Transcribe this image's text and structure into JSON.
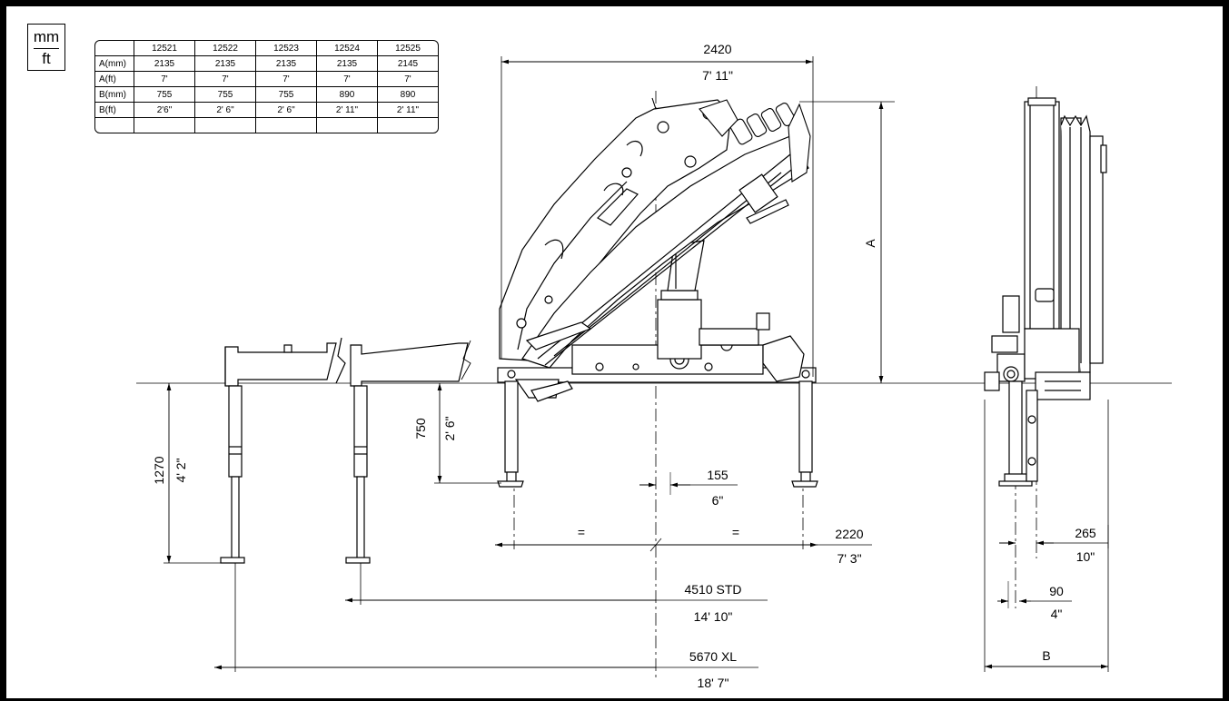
{
  "units": {
    "primary": "mm",
    "secondary": "ft"
  },
  "table": {
    "columns": [
      "",
      "12521",
      "12522",
      "12523",
      "12524",
      "12525"
    ],
    "rows": [
      [
        "A(mm)",
        "2135",
        "2135",
        "2135",
        "2135",
        "2145"
      ],
      [
        "A(ft)",
        "7'",
        "7'",
        "7'",
        "7'",
        "7'"
      ],
      [
        "B(mm)",
        "755",
        "755",
        "755",
        "890",
        "890"
      ],
      [
        "B(ft)",
        "2'6\"",
        "2' 6\"",
        "2' 6\"",
        "2' 11\"",
        "2' 11\""
      ],
      [
        "",
        "",
        "",
        "",
        "",
        ""
      ]
    ]
  },
  "dimensions": {
    "width_top": {
      "mm": "2420",
      "ft": "7' 11\""
    },
    "height_a": {
      "label": "A"
    },
    "leg_750": {
      "mm": "750",
      "ft": "2' 6\""
    },
    "leg_1270": {
      "mm": "1270",
      "ft": "4' 2\""
    },
    "offset_155": {
      "mm": "155",
      "ft": "6\""
    },
    "base_2220": {
      "mm": "2220",
      "ft": "7' 3\""
    },
    "equal_mark": "=",
    "std_4510": {
      "mm": "4510 STD",
      "ft": "14' 10\""
    },
    "xl_5670": {
      "mm": "5670 XL",
      "ft": "18' 7\""
    },
    "side_265": {
      "mm": "265",
      "ft": "10\""
    },
    "side_90": {
      "mm": "90",
      "ft": "4\""
    },
    "side_b": {
      "label": "B"
    }
  }
}
